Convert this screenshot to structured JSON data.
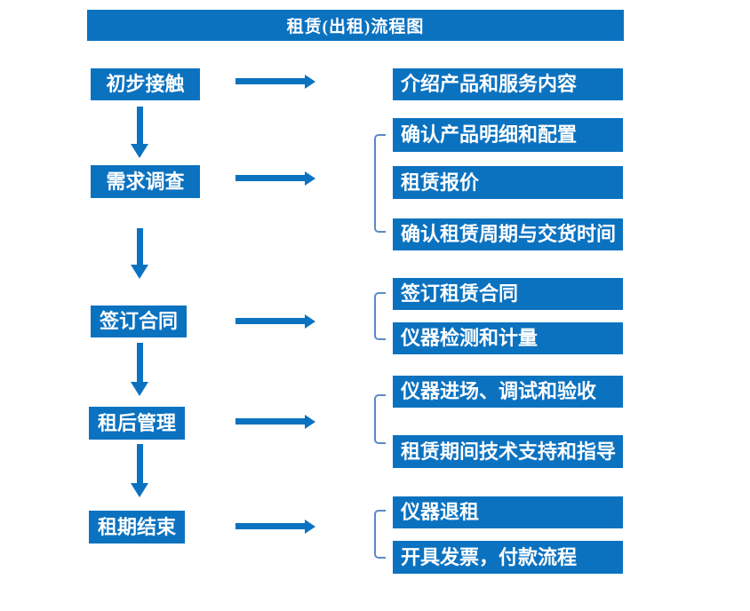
{
  "title": "租赁(出租)流程图",
  "colors": {
    "primary_blue": "#0b72c0",
    "bracket_blue": "#5b88c6",
    "text_white": "#ffffff",
    "background": "#ffffff"
  },
  "flow": {
    "steps": [
      {
        "label": "初步接触",
        "outputs": [
          "介绍产品和服务内容"
        ]
      },
      {
        "label": "需求调查",
        "outputs": [
          "确认产品明细和配置",
          "租赁报价",
          "确认租赁周期与交货时间"
        ]
      },
      {
        "label": "签订合同",
        "outputs": [
          "签订租赁合同",
          "仪器检测和计量"
        ]
      },
      {
        "label": "租后管理",
        "outputs": [
          "仪器进场、调试和验收",
          "租赁期间技术支持和指导"
        ]
      },
      {
        "label": "租期结束",
        "outputs": [
          "仪器退租",
          "开具发票，付款流程"
        ]
      }
    ]
  }
}
